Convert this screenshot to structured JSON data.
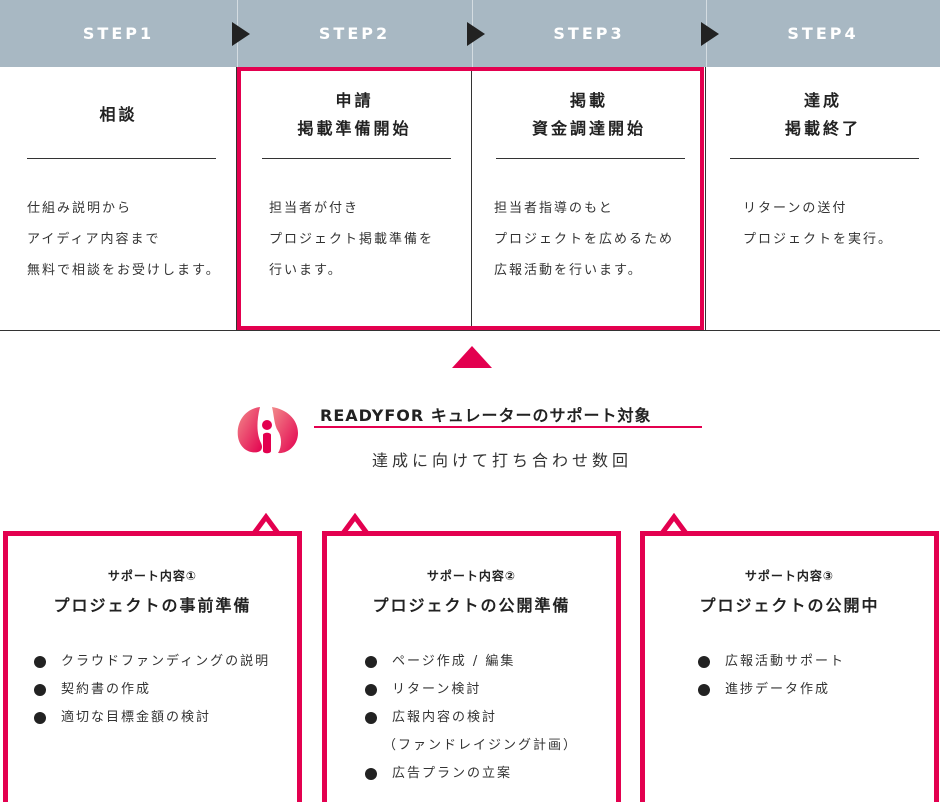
{
  "steps": [
    {
      "label": "STEP1",
      "title_lines": [
        "相談"
      ],
      "desc_lines": [
        "仕組み説明から",
        "アイディア内容まで",
        "無料で相談をお受けします。"
      ]
    },
    {
      "label": "STEP2",
      "title_lines": [
        "申請",
        "掲載準備開始"
      ],
      "desc_lines": [
        "担当者が付き",
        "プロジェクト掲載準備を",
        "行います。"
      ]
    },
    {
      "label": "STEP3",
      "title_lines": [
        "掲載",
        "資金調達開始"
      ],
      "desc_lines": [
        "担当者指導のもと",
        "プロジェクトを広めるため",
        "広報活動を行います。"
      ]
    },
    {
      "label": "STEP4",
      "title_lines": [
        "達成",
        "掲載終了"
      ],
      "desc_lines": [
        "リターンの送付",
        "プロジェクトを実行。"
      ]
    }
  ],
  "target": {
    "title": "READYFOR キュレーターのサポート対象",
    "subtitle": "達成に向けて打ち合わせ数回"
  },
  "support": [
    {
      "sub": "サポート内容①",
      "title": "プロジェクトの事前準備",
      "items": [
        "クラウドファンディングの説明",
        "契約書の作成",
        "適切な目標金額の検討"
      ]
    },
    {
      "sub": "サポート内容②",
      "title": "プロジェクトの公開準備",
      "items": [
        "ページ作成 / 編集",
        "リターン検討",
        "広報内容の検討",
        "広告プランの立案"
      ],
      "item_note": "（ファンドレイジング計画）"
    },
    {
      "sub": "サポート内容③",
      "title": "プロジェクトの公開中",
      "items": [
        "広報活動サポート",
        "進捗データ作成"
      ]
    }
  ],
  "colors": {
    "accent": "#e3004f",
    "header_bg": "#a8b8c3",
    "arrow": "#222222"
  },
  "icons": {
    "logo": "readyfor-logo-icon"
  }
}
